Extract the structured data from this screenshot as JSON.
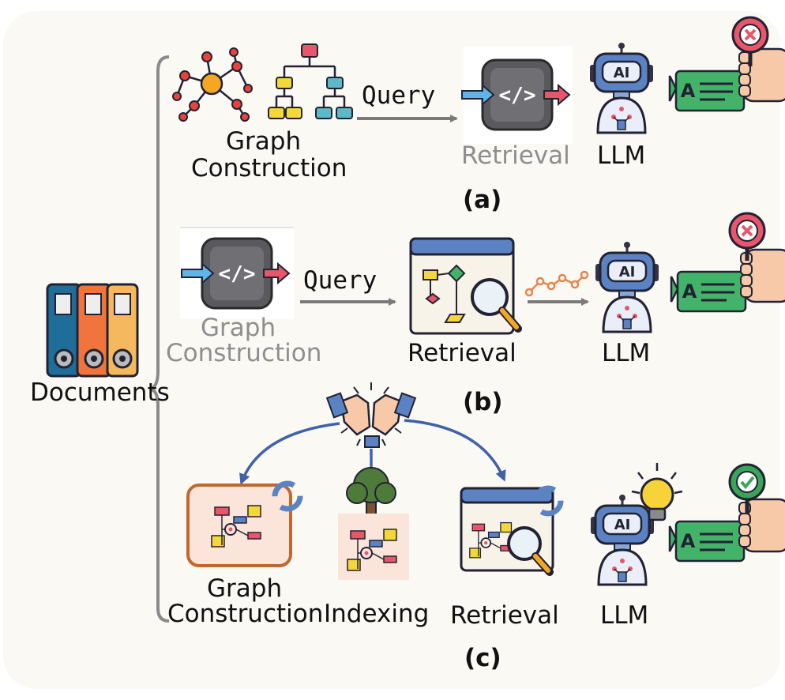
{
  "documents_label": "Documents",
  "a": {
    "graph_label_1": "Graph",
    "graph_label_2": "Construction",
    "query_label": "Query",
    "retrieval_label": "Retrieval",
    "llm_label": "LLM",
    "caption": "(a)",
    "robot_text": "AI",
    "answer_letter": "A"
  },
  "b": {
    "graph_label_1": "Graph",
    "graph_label_2": "Construction",
    "query_label": "Query",
    "retrieval_label": "Retrieval",
    "llm_label": "LLM",
    "caption": "(b)",
    "robot_text": "AI",
    "answer_letter": "A"
  },
  "c": {
    "graph_label_1": "Graph",
    "graph_label_2": "Construction",
    "indexing_label": "Indexing",
    "retrieval_label": "Retrieval",
    "llm_label": "LLM",
    "caption": "(c)",
    "robot_text": "AI",
    "answer_letter": "A"
  },
  "colors": {
    "arrow_gray": "#7a7a7a",
    "arrow_blue": "#3f62a8",
    "wrong_red": "#e8566a",
    "correct_green": "#3aa557",
    "robot_blue": "#5b83c4",
    "answer_green": "#43b36a"
  }
}
